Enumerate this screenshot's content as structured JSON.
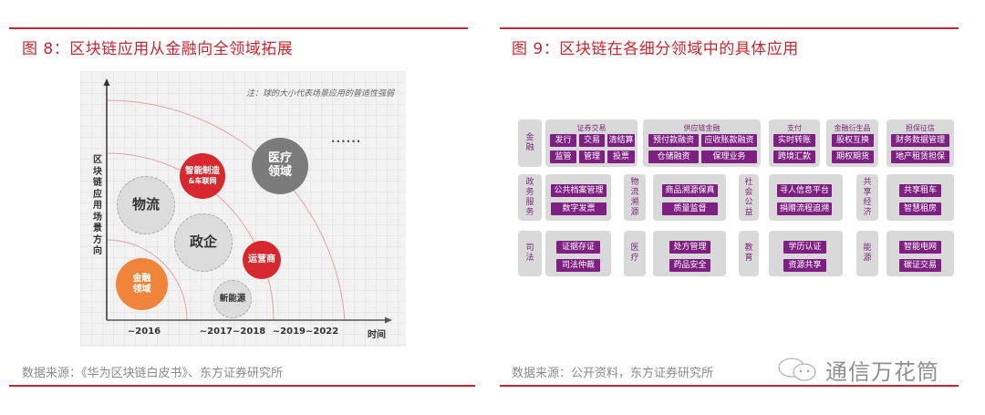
{
  "left": {
    "title": "图 8：区块链应用从金融向全领域拓展",
    "note": "注：球的大小代表场景应用的普适性强弱",
    "ellipsis": "......",
    "y_axis_label": "区块链应用场景方向",
    "x_axis_label": "时间",
    "x_ticks": [
      "~2016",
      "~2017~2018",
      "~2019~2022"
    ],
    "bubbles": [
      {
        "label": "物流",
        "style": "gray-light"
      },
      {
        "label": "智能制造",
        "sublabel": "&车联网",
        "style": "red"
      },
      {
        "label": "医疗",
        "sublabel": "领域",
        "style": "dark"
      },
      {
        "label": "政企",
        "style": "gray-light"
      },
      {
        "label": "运营商",
        "style": "red"
      },
      {
        "label": "金融",
        "sublabel": "领域",
        "style": "orange"
      },
      {
        "label": "新能源",
        "style": "gray-light"
      }
    ],
    "source": "数据来源：《华为区块链白皮书》、东方证券研究所",
    "colors": {
      "accent": "#c9252e",
      "red_bubble": "#d7282f",
      "orange_bubble": "#f0843a",
      "dark_bubble": "#7b7b7b"
    }
  },
  "right": {
    "title": "图 9：区块链在各细分领域中的具体应用",
    "rows": [
      {
        "category": "金融",
        "groups": [
          {
            "title": "证券交易",
            "items": [
              "发行",
              "交易",
              "清结算",
              "监管",
              "管理",
              "投票"
            ]
          },
          {
            "title": "供应链金融",
            "items": [
              "预付款融资",
              "应收账款融资",
              "仓储融资",
              "保理业务"
            ]
          },
          {
            "title": "支付",
            "items": [
              "实时转账",
              "跨境汇款"
            ]
          },
          {
            "title": "金融衍生品",
            "items": [
              "股权互换",
              "期权期货"
            ]
          },
          {
            "title": "担保征信",
            "items": [
              "财务数据管理",
              "地产租赁担保"
            ]
          }
        ]
      },
      {
        "sections": [
          {
            "category": "政务服务",
            "items": [
              "公共档案管理",
              "数字发票"
            ]
          },
          {
            "category": "物流溯源",
            "items": [
              "商品溯源保真",
              "质量监督"
            ]
          },
          {
            "category": "社会公益",
            "items": [
              "寻人信息平台",
              "捐赠流程追溯"
            ]
          },
          {
            "category": "共享经济",
            "items": [
              "共享租车",
              "智慧租房"
            ]
          }
        ]
      },
      {
        "sections": [
          {
            "category": "司法",
            "items": [
              "证据存证",
              "司法仲裁"
            ]
          },
          {
            "category": "医疗",
            "items": [
              "处方管理",
              "药品安全"
            ]
          },
          {
            "category": "教育",
            "items": [
              "学历认证",
              "资源共享"
            ]
          },
          {
            "category": "能源",
            "items": [
              "智能电网",
              "碳证交易"
            ]
          }
        ]
      }
    ],
    "source": "数据来源：公开资料，东方证券研究所",
    "watermark": "通信万花筒",
    "colors": {
      "tag": "#7e2082",
      "box": "#d9d9d9",
      "label": "#7a2a78"
    }
  }
}
